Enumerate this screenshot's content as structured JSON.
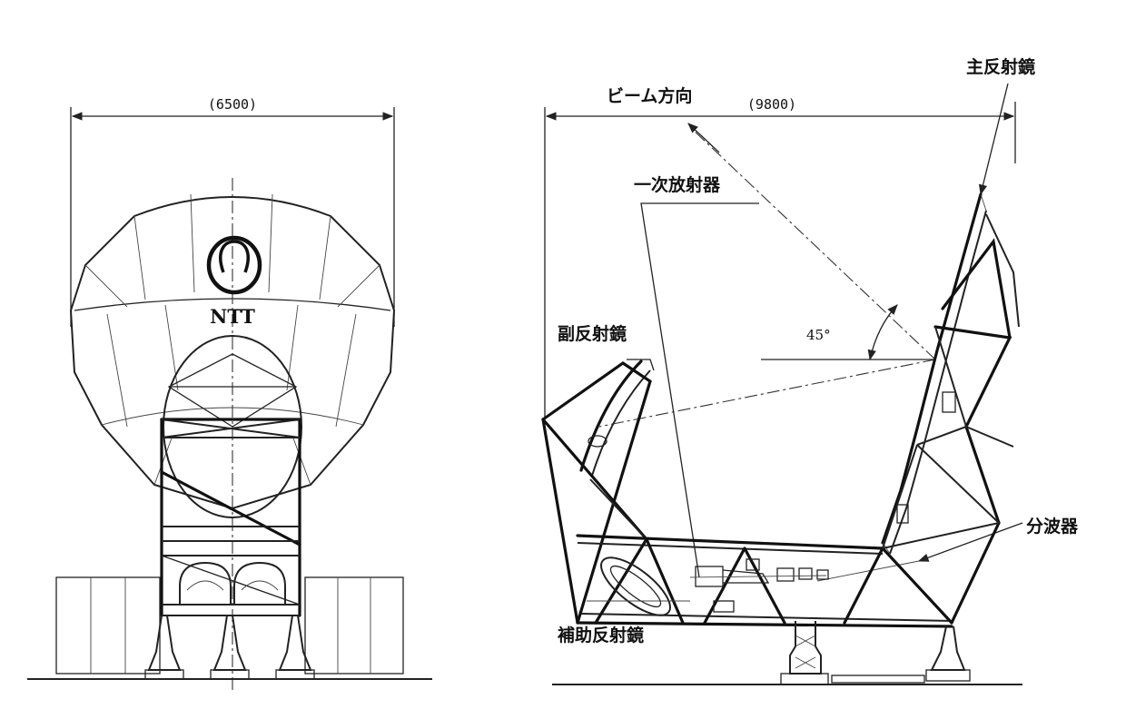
{
  "front_view": {
    "width_dimension": "(6500)",
    "logo_text": "NTT"
  },
  "side_view": {
    "width_dimension": "(9800)",
    "beam_angle": "45°",
    "labels": {
      "beam_direction": "ビーム方向",
      "main_reflector": "主反射鏡",
      "primary_radiator": "一次放射器",
      "sub_reflector": "副反射鏡",
      "splitter": "分波器",
      "auxiliary_reflector": "補助反射鏡"
    }
  }
}
